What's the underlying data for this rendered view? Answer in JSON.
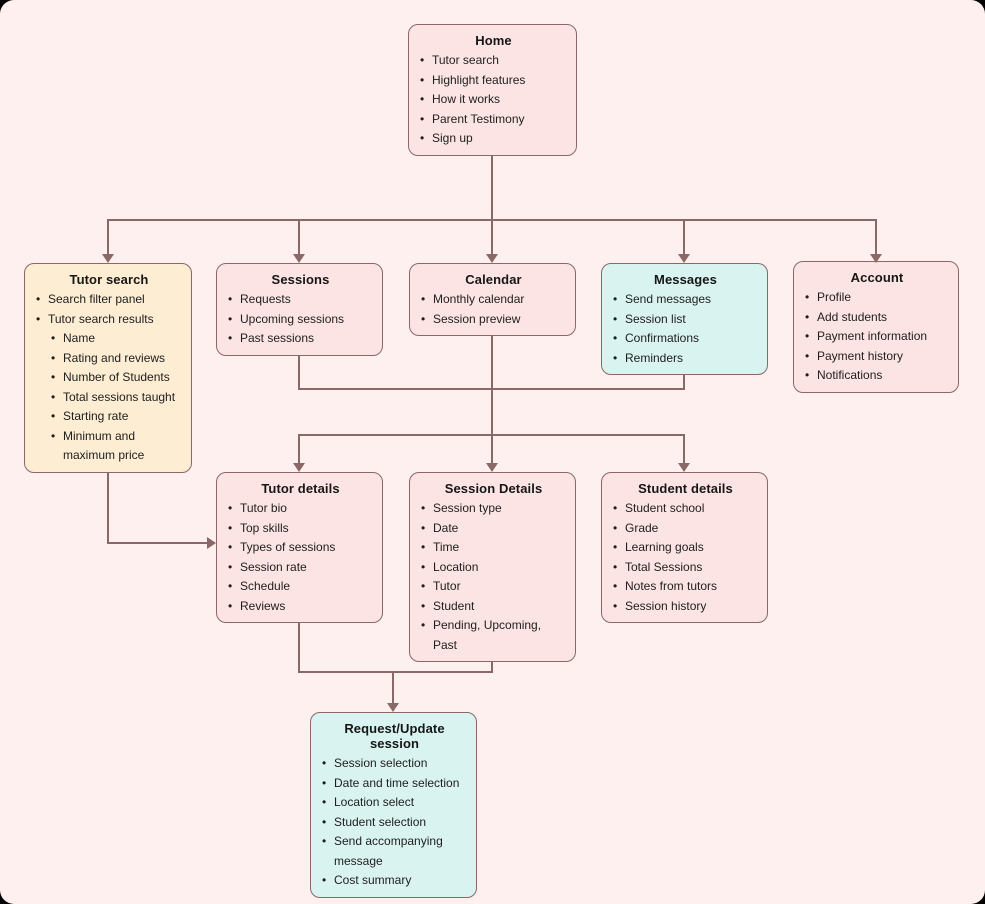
{
  "palette": {
    "page_background": "#fdf0ee",
    "node_pink_fill": "#fbe4e3",
    "node_cream_fill": "#fdedd3",
    "node_cyan_fill": "#d9f3f1",
    "node_border": "#8a6868",
    "connector": "#8a6868",
    "text": "#1e1e1e"
  },
  "nodes": {
    "home": {
      "title": "Home",
      "items": [
        "Tutor search",
        "Highlight features",
        "How it works",
        "Parent Testimony",
        "Sign up"
      ]
    },
    "tutor_search": {
      "title": "Tutor search",
      "items": [
        "Search filter panel",
        "Tutor search results"
      ],
      "subitems": [
        "Name",
        "Rating and reviews",
        "Number of Students",
        "Total sessions taught",
        "Starting rate",
        "Minimum and maximum price"
      ]
    },
    "sessions": {
      "title": "Sessions",
      "items": [
        "Requests",
        "Upcoming sessions",
        "Past sessions"
      ]
    },
    "calendar": {
      "title": "Calendar",
      "items": [
        "Monthly calendar",
        "Session preview"
      ]
    },
    "messages": {
      "title": "Messages",
      "items": [
        "Send messages",
        "Session list",
        "Confirmations",
        "Reminders"
      ]
    },
    "account": {
      "title": "Account",
      "items": [
        "Profile",
        "Add students",
        "Payment information",
        "Payment history",
        "Notifications"
      ]
    },
    "tutor_details": {
      "title": "Tutor details",
      "items": [
        "Tutor bio",
        "Top skills",
        "Types of sessions",
        "Session rate",
        "Schedule",
        "Reviews"
      ]
    },
    "session_details": {
      "title": "Session Details",
      "items": [
        "Session type",
        "Date",
        "Time",
        "Location",
        "Tutor",
        "Student",
        "Pending, Upcoming, Past"
      ]
    },
    "student_details": {
      "title": "Student details",
      "items": [
        "Student school",
        "Grade",
        "Learning goals",
        "Total Sessions",
        "Notes from tutors",
        "Session history"
      ]
    },
    "request_update_session": {
      "title": "Request/Update session",
      "items": [
        "Session selection",
        "Date and time selection",
        "Location select",
        "Student selection",
        "Send accompanying message",
        "Cost summary"
      ]
    }
  }
}
